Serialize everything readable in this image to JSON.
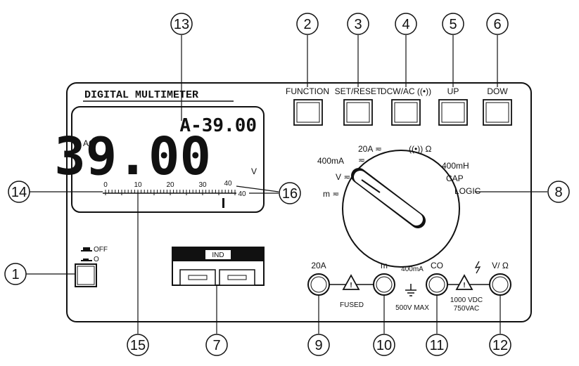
{
  "title": "DIGITAL MULTIMETER",
  "display": {
    "secondary": "A-39.00",
    "main": "39.00",
    "mode": "AC",
    "unit": "V",
    "bar_ticks": [
      "0",
      "10",
      "20",
      "30",
      "40"
    ],
    "bar_end": "40"
  },
  "power": {
    "off_label": "OFF",
    "on_label": "O"
  },
  "buttons": [
    {
      "label": "FUNCTION"
    },
    {
      "label": "SET/RESET"
    },
    {
      "label": "DCW/AC ((•))"
    },
    {
      "label": "UP"
    },
    {
      "label": "DOW"
    }
  ],
  "dial": {
    "labels": [
      "400mA",
      "V ≂",
      "m ≂",
      "20A ≂",
      "≂",
      "((•)) Ω",
      "400mH",
      "CAP",
      "LOGIC"
    ]
  },
  "indicator": {
    "label": "IND"
  },
  "jacks": [
    {
      "label": "20A"
    },
    {
      "label": "m"
    },
    {
      "label": "CO"
    },
    {
      "label": "V/ Ω"
    }
  ],
  "jack_notes": {
    "fused": "FUSED",
    "current": "400mA",
    "max": "500V MAX",
    "vdc": "1000 VDC",
    "vac": "750VAC"
  },
  "callouts": [
    "1",
    "2",
    "3",
    "4",
    "5",
    "6",
    "7",
    "8",
    "9",
    "10",
    "11",
    "12",
    "13",
    "14",
    "15",
    "16"
  ]
}
